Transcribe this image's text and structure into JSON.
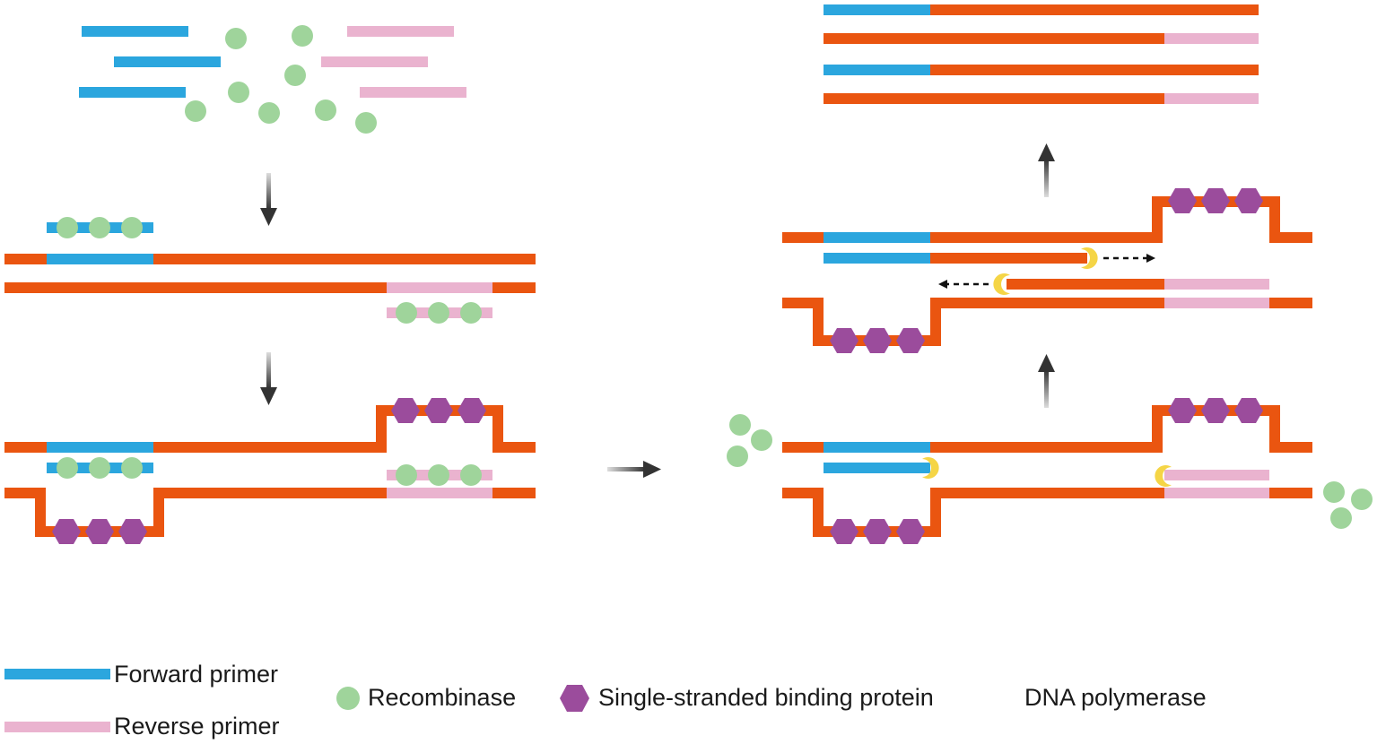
{
  "colors": {
    "template_strand": "#ea5510",
    "forward_primer": "#2ba6de",
    "reverse_primer": "#eab3cf",
    "recombinase": "#9fd49b",
    "ssb": "#9b4c9c",
    "polymerase": "#f5d546",
    "arrow": "#555555"
  },
  "legend": {
    "forward_primer": "Forward primer",
    "reverse_primer": "Reverse primer",
    "recombinase": "Recombinase",
    "ssb": "Single-stranded binding protein",
    "polymerase": "DNA polymerase"
  },
  "icons": {
    "recombinase": "green-circle",
    "ssb": "purple-hexagon",
    "polymerase": "yellow-crescent"
  }
}
